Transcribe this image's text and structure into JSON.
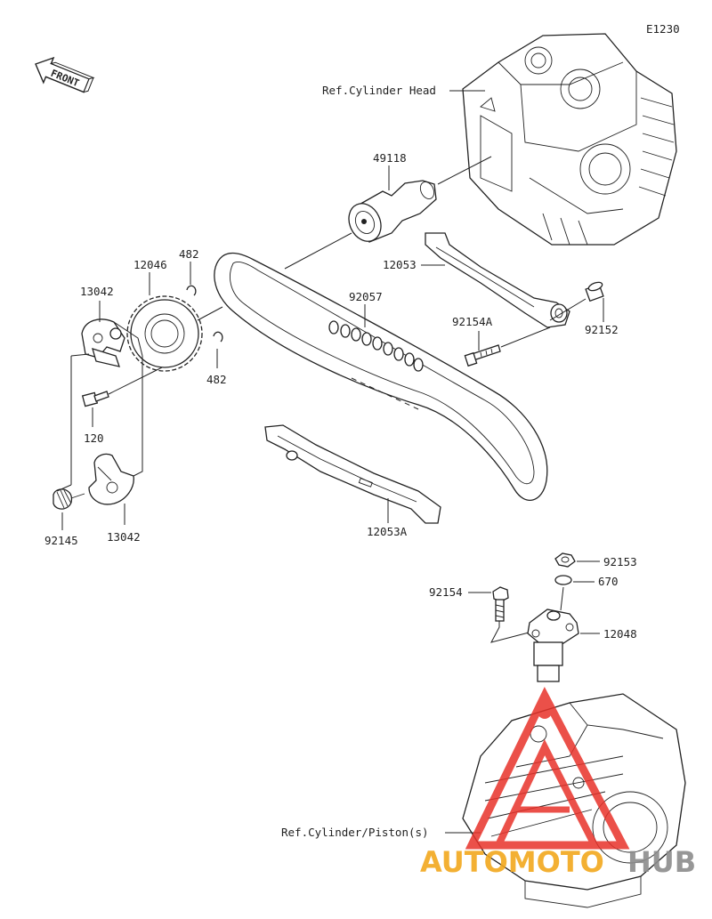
{
  "diagram": {
    "code": "E1230",
    "front_label": "FRONT",
    "callouts": {
      "ref_cylinder_head": "Ref.Cylinder Head",
      "p49118": "49118",
      "p12053": "12053",
      "p12046": "12046",
      "p482_top": "482",
      "p13042_top": "13042",
      "p92057": "92057",
      "p92154a": "92154A",
      "p92152": "92152",
      "p482_bottom": "482",
      "p120": "120",
      "p92145": "92145",
      "p13042_bottom": "13042",
      "p12053a": "12053A",
      "p92153": "92153",
      "p670": "670",
      "p92154": "92154",
      "p12048": "12048",
      "ref_cylinder_piston": "Ref.Cylinder/Piston(s)"
    }
  },
  "watermark": {
    "text_left": "AUTOMOTO",
    "text_right": "HUB",
    "colors": {
      "red": "#e8322a",
      "gold": "#f2a81d",
      "gray": "#8c8c8c"
    }
  }
}
